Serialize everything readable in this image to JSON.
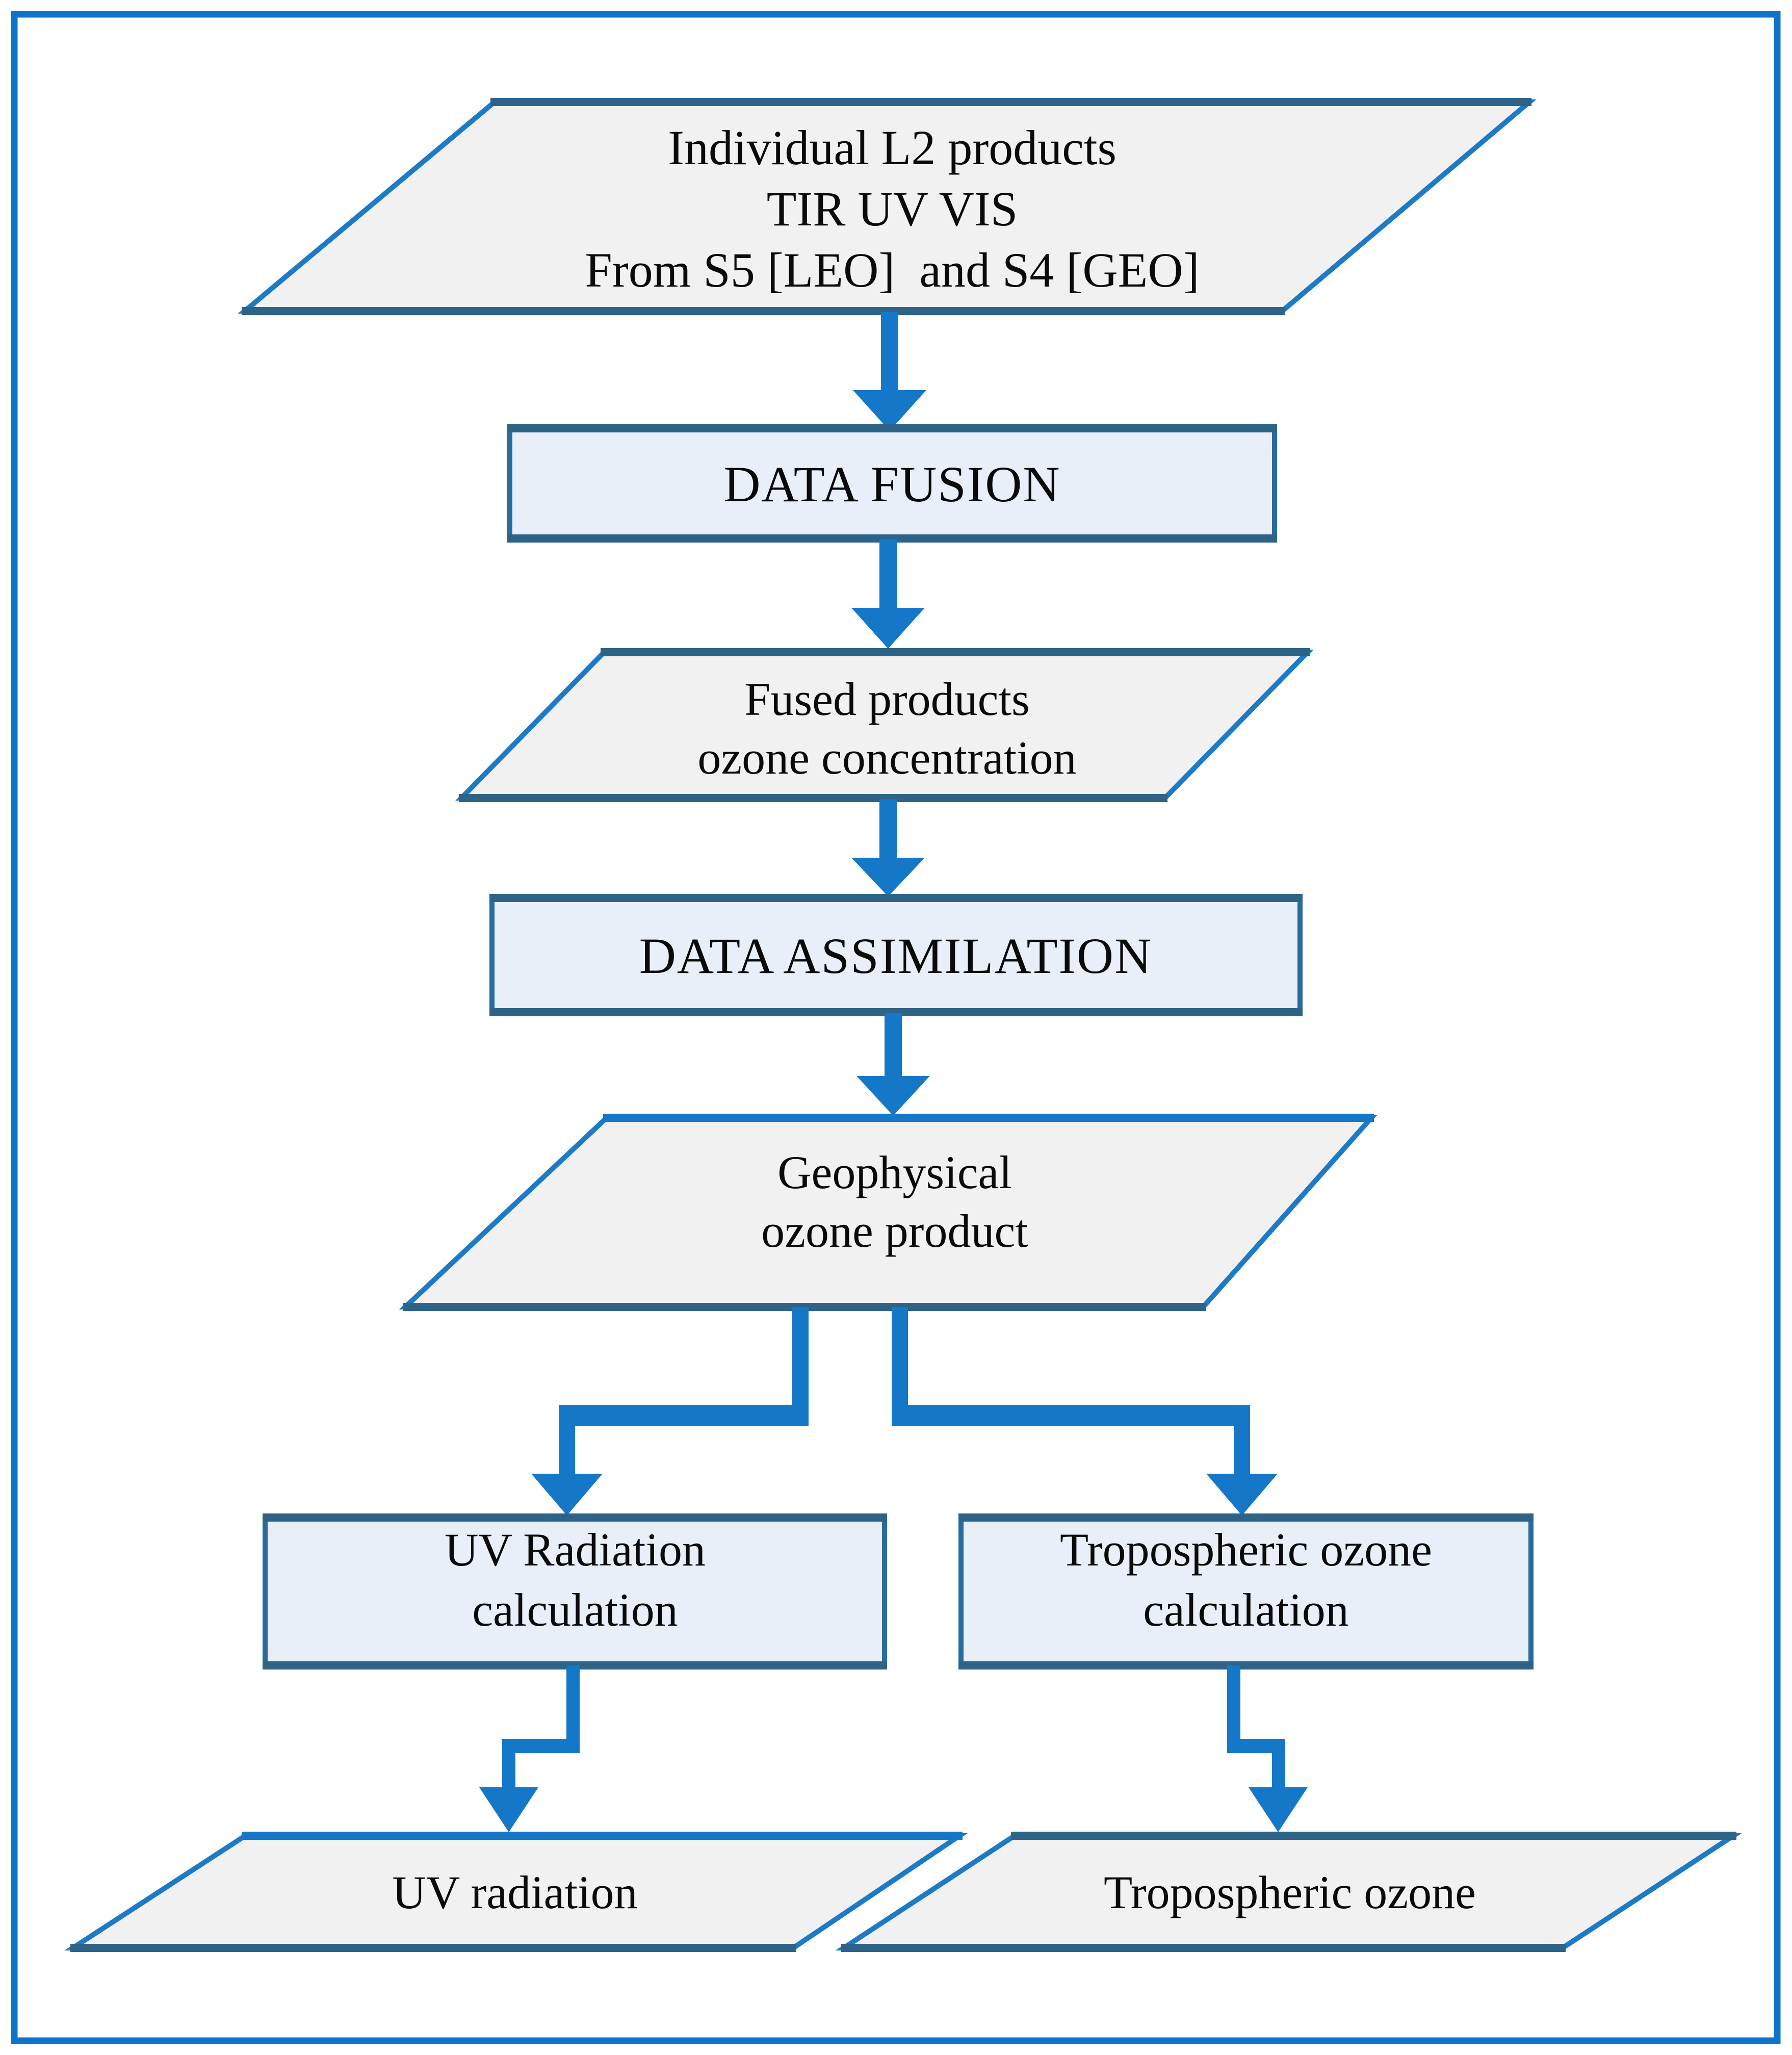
{
  "figure": {
    "type": "flowchart",
    "colors": {
      "background": "#ffffff",
      "frame_border": "#0f73c9",
      "arrow_blue": "#1577c8",
      "shape_border_blue": "#1d7ac6",
      "shape_border_dark": "#2e6388",
      "process_fill": "#e9eff8",
      "io_fill": "#f1f1f2",
      "text": "#0a0a0a"
    },
    "nodes": {
      "individual_products": {
        "shape": "parallelogram",
        "lines": [
          "Individual L2 products",
          "TIR UV VIS",
          "From S5 [LEO]  and S4 [GEO]"
        ]
      },
      "data_fusion": {
        "shape": "rectangle",
        "label": "DATA FUSION"
      },
      "fused_products": {
        "shape": "parallelogram",
        "lines": [
          "Fused products",
          "ozone concentration"
        ]
      },
      "data_assimilation": {
        "shape": "rectangle",
        "label": "DATA ASSIMILATION"
      },
      "geophysical_ozone": {
        "shape": "parallelogram",
        "lines": [
          "Geophysical",
          "ozone product"
        ]
      },
      "uv_calc": {
        "shape": "rectangle",
        "lines": [
          "UV Radiation",
          "calculation"
        ]
      },
      "tropo_calc": {
        "shape": "rectangle",
        "lines": [
          "Tropospheric ozone",
          "calculation"
        ]
      },
      "uv_radiation": {
        "shape": "parallelogram",
        "label": "UV radiation"
      },
      "tropospheric_ozone": {
        "shape": "parallelogram",
        "label": "Tropospheric ozone"
      }
    },
    "edges": [
      {
        "from": "individual_products",
        "to": "data_fusion",
        "style": "straight-arrow"
      },
      {
        "from": "data_fusion",
        "to": "fused_products",
        "style": "straight-arrow"
      },
      {
        "from": "fused_products",
        "to": "data_assimilation",
        "style": "straight-arrow"
      },
      {
        "from": "data_assimilation",
        "to": "geophysical_ozone",
        "style": "straight-arrow"
      },
      {
        "from": "geophysical_ozone",
        "to": "uv_calc",
        "style": "elbow-arrow-left"
      },
      {
        "from": "geophysical_ozone",
        "to": "tropo_calc",
        "style": "elbow-arrow-right"
      },
      {
        "from": "uv_calc",
        "to": "uv_radiation",
        "style": "zigzag-arrow"
      },
      {
        "from": "tropo_calc",
        "to": "tropospheric_ozone",
        "style": "zigzag-arrow"
      }
    ]
  }
}
